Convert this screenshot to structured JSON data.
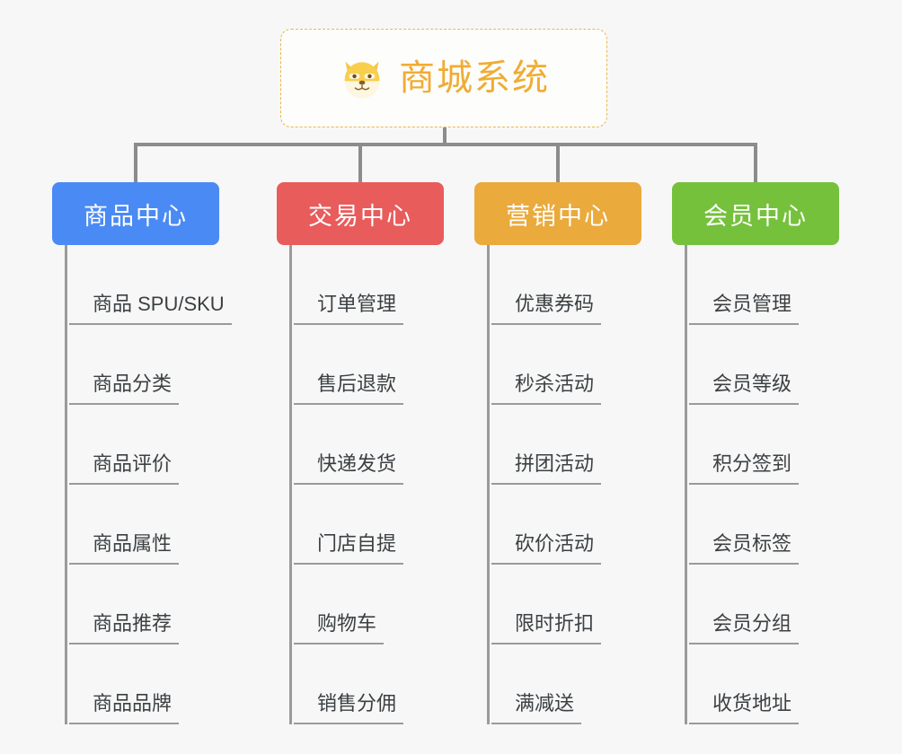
{
  "root": {
    "title": "商城系统",
    "logo_icon": "shiba-dog-face-icon",
    "border_color": "#e9b84a",
    "title_color": "#f0ac33"
  },
  "connector_color": "#8c8c8c",
  "columns": [
    {
      "title": "商品中心",
      "color": "#4a8af4",
      "items": [
        "商品 SPU/SKU",
        "商品分类",
        "商品评价",
        "商品属性",
        "商品推荐",
        "商品品牌"
      ]
    },
    {
      "title": "交易中心",
      "color": "#e85c5c",
      "items": [
        "订单管理",
        "售后退款",
        "快递发货",
        "门店自提",
        "购物车",
        "销售分佣"
      ]
    },
    {
      "title": "营销中心",
      "color": "#eaaa3c",
      "items": [
        "优惠券码",
        "秒杀活动",
        "拼团活动",
        "砍价活动",
        "限时折扣",
        "满减送"
      ]
    },
    {
      "title": "会员中心",
      "color": "#76c13c",
      "items": [
        "会员管理",
        "会员等级",
        "积分签到",
        "会员标签",
        "会员分组",
        "收货地址"
      ]
    }
  ]
}
